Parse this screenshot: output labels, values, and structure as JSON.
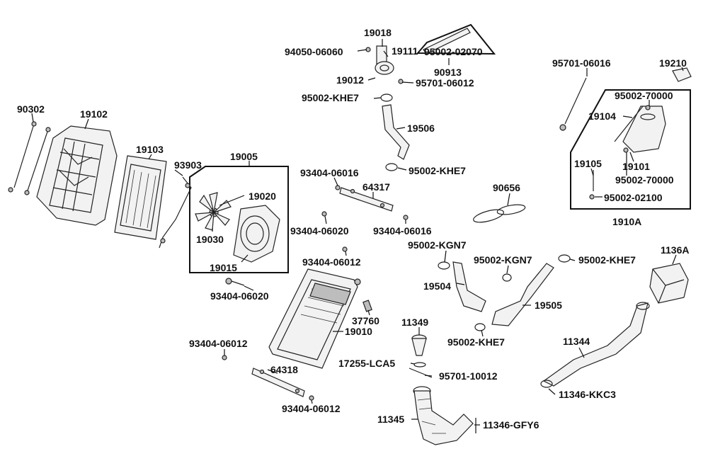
{
  "labels": {
    "l19018": "19018",
    "l94050_06060": "94050-06060",
    "l19111": "19111",
    "l95002_02070": "95002-02070",
    "l90913": "90913",
    "l19012": "19012",
    "l95701_06012": "95701-06012",
    "l95002_KHE7_a": "95002-KHE7",
    "l19506": "19506",
    "l95002_KHE7_b": "95002-KHE7",
    "l95701_06016": "95701-06016",
    "l19210": "19210",
    "l95002_70000_a": "95002-70000",
    "l19104": "19104",
    "l19105": "19105",
    "l19101": "19101",
    "l95002_70000_b": "95002-70000",
    "l95002_02100": "95002-02100",
    "l1910A": "1910A",
    "l90302": "90302",
    "l19102": "19102",
    "l19103": "19103",
    "l93903": "93903",
    "l19005": "19005",
    "l19020": "19020",
    "l19030": "19030",
    "l19015": "19015",
    "l93404_06016_a": "93404-06016",
    "l64317": "64317",
    "l93404_06020_a": "93404-06020",
    "l93404_06016_b": "93404-06016",
    "l90656": "90656",
    "l95002_KGN7_a": "95002-KGN7",
    "l95002_KGN7_b": "95002-KGN7",
    "l95002_KHE7_c": "95002-KHE7",
    "l1136A": "1136A",
    "l93404_06012_a": "93404-06012",
    "l93404_06020_b": "93404-06020",
    "l37760": "37760",
    "l19010": "19010",
    "l19504": "19504",
    "l19505": "19505",
    "l11349": "11349",
    "l95002_KHE7_d": "95002-KHE7",
    "l11344": "11344",
    "l93404_06012_b": "93404-06012",
    "l64318": "64318",
    "l17255_LCA5": "17255-LCA5",
    "l95701_10012": "95701-10012",
    "l11346_KKC3": "11346-KKC3",
    "l93404_06012_c": "93404-06012",
    "l11345": "11345",
    "l11346_GFY6": "11346-GFY6"
  }
}
